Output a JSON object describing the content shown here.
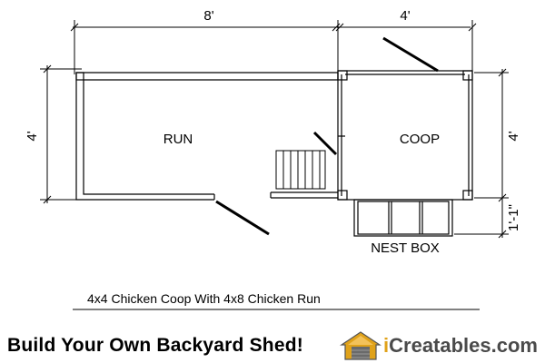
{
  "dimensions": {
    "run_width": "8'",
    "coop_width": "4'",
    "left_height": "4'",
    "right_height": "4'",
    "nest_depth": "1'-1\""
  },
  "rooms": {
    "run": "RUN",
    "coop": "COOP",
    "nest_box": "NEST BOX"
  },
  "caption": "4x4 Chicken Coop With 4x8 Chicken Run",
  "footer": {
    "slogan": "Build Your Own Backyard Shed!",
    "brand_i": "i",
    "brand_rest": "Creatables.com",
    "brand_color": "#e0a21a",
    "brand_text_color": "#4a4a4a"
  }
}
